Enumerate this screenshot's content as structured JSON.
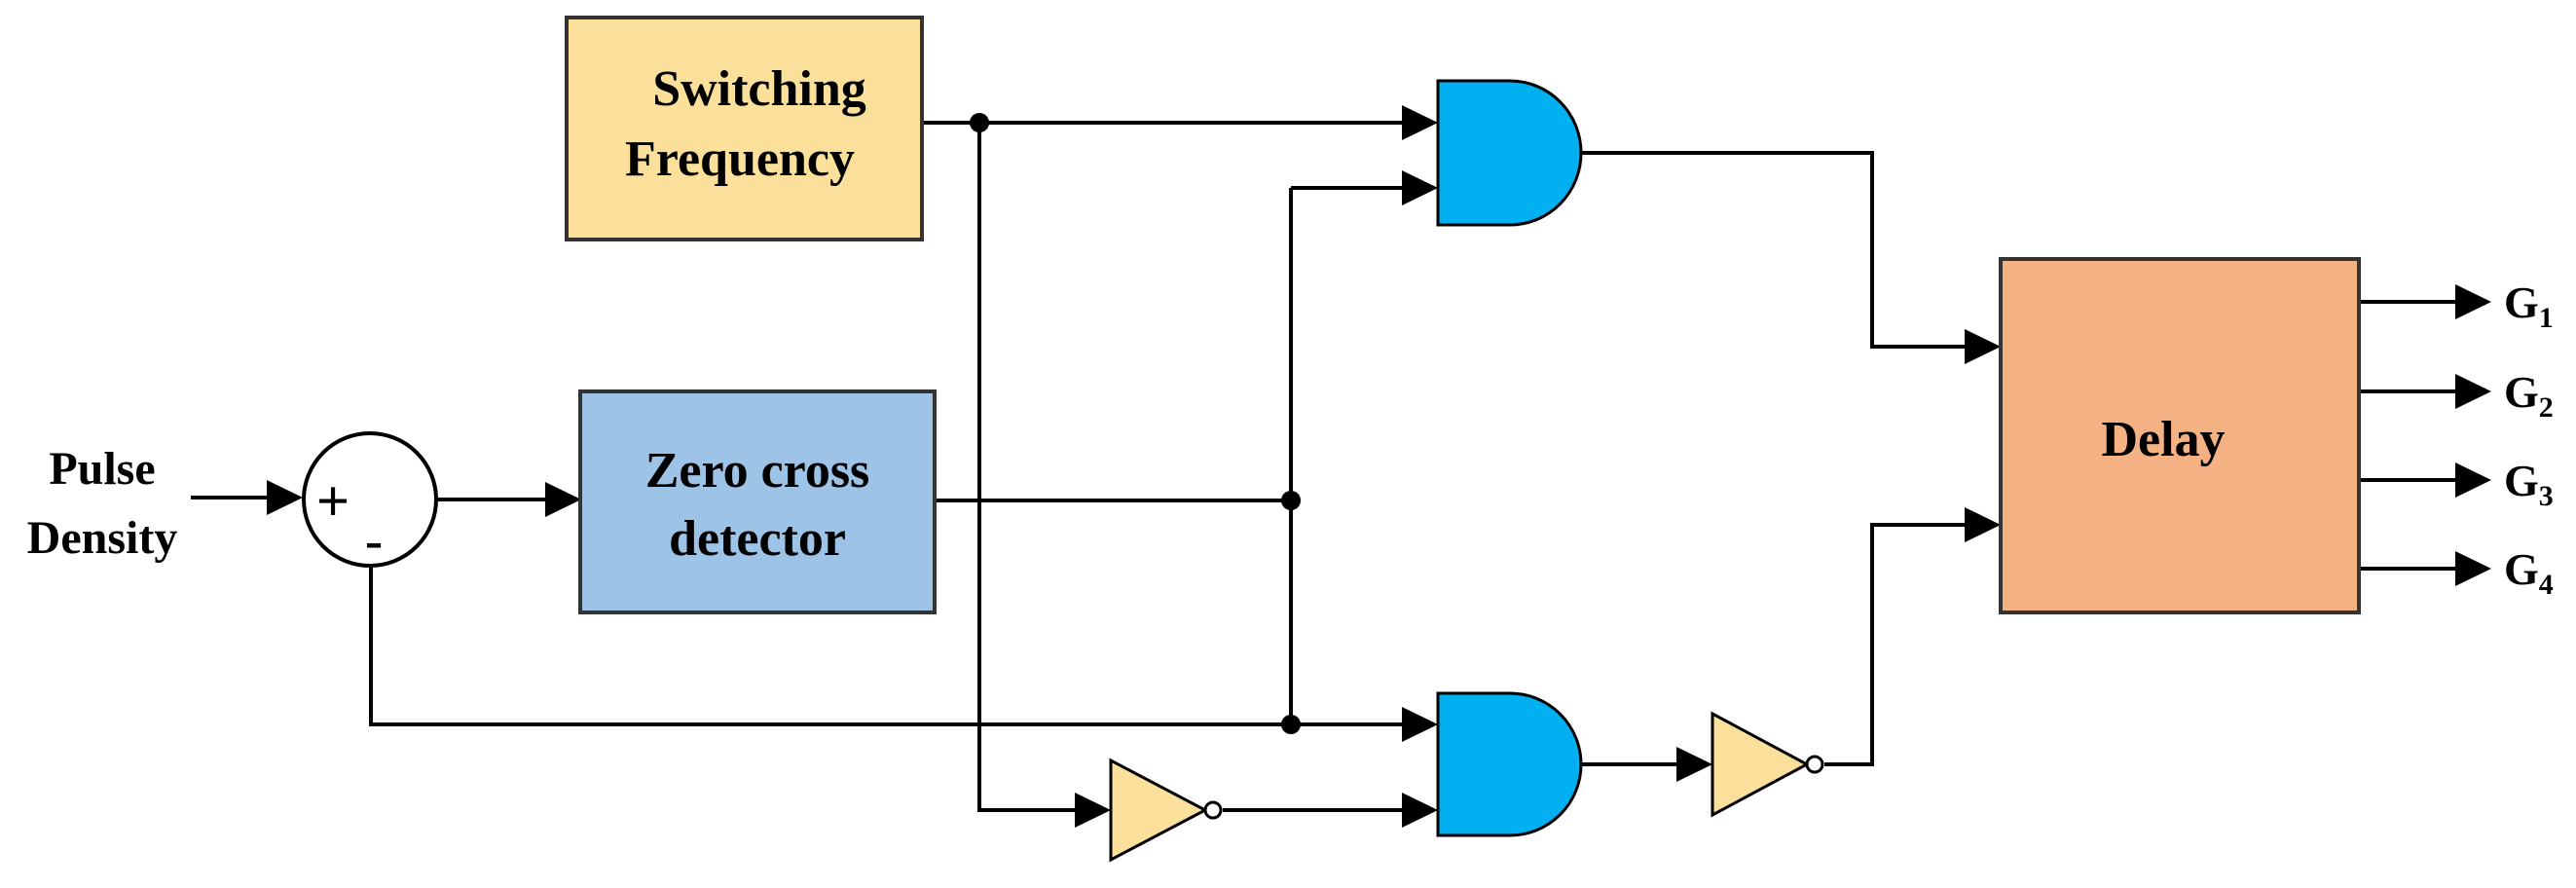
{
  "blocks": {
    "switching_frequency": {
      "line1": "Switching",
      "line2": "Frequency"
    },
    "zero_cross_detector": {
      "line1": "Zero cross",
      "line2": "detector"
    },
    "delay": {
      "label": "Delay"
    }
  },
  "input": {
    "line1": "Pulse",
    "line2": "Density"
  },
  "summing_junction": {
    "plus": "+",
    "minus": "-"
  },
  "outputs": [
    {
      "letter": "G",
      "sub": "1"
    },
    {
      "letter": "G",
      "sub": "2"
    },
    {
      "letter": "G",
      "sub": "3"
    },
    {
      "letter": "G",
      "sub": "4"
    }
  ],
  "colors": {
    "switching_frequency_fill": "#FBE09C",
    "zero_cross_fill": "#9DC3E6",
    "delay_fill": "#F4B183",
    "and_gate_fill": "#00B0F0",
    "not_gate_fill": "#FBE09C"
  }
}
